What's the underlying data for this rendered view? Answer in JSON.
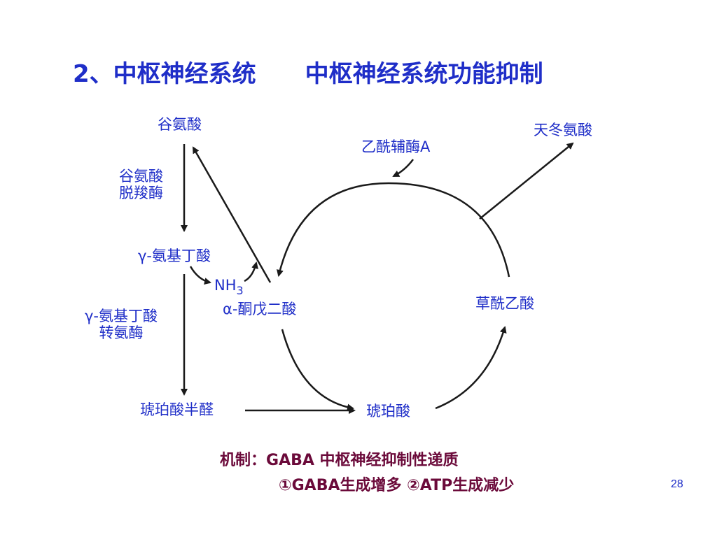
{
  "slide": {
    "title_left": "2、中枢神经系统",
    "title_right": "中枢神经系统功能抑制",
    "page_number": "28",
    "colors": {
      "text_blue": "#1f2ec8",
      "mechanism_purple": "#6b0a3a",
      "arrow": "#1a1a1a"
    }
  },
  "diagram": {
    "glutamate": "谷氨酸",
    "gad_line1": "谷氨酸",
    "gad_line2": "脱羧酶",
    "gaba": "γ-氨基丁酸",
    "nh3_main": "NH",
    "nh3_sub": "3",
    "akg": "α-酮戊二酸",
    "gaba_t_line1": "γ-氨基丁酸",
    "gaba_t_line2": "转氨酶",
    "ssa": "琥珀酸半醛",
    "succinate": "琥珀酸",
    "acetyl_coa": "乙酰辅酶A",
    "oxaloacetate": "草酰乙酸",
    "aspartate": "天冬氨酸"
  },
  "mechanism": {
    "label": "机制：",
    "line1": "GABA  中枢神经抑制性递质",
    "line2": "①GABA生成增多  ②ATP生成减少"
  }
}
